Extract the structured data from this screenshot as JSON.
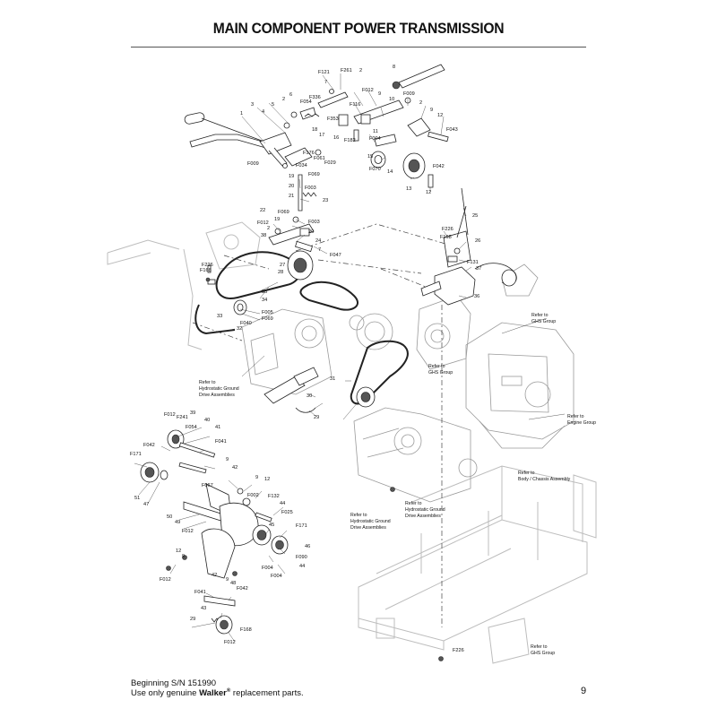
{
  "page": {
    "title": "MAIN COMPONENT POWER TRANSMISSION",
    "footer_serial": "Beginning S/N 151990",
    "footer_prefix": "Use only genuine ",
    "footer_brand": "Walker",
    "footer_reg": "®",
    "footer_suffix": " replacement parts.",
    "page_number": "9"
  },
  "callouts": {
    "upper": [
      "F121",
      "F261",
      "2",
      "7",
      "8",
      "F012",
      "9",
      "F009",
      "10",
      "F336",
      "F054",
      "2",
      "6",
      "5",
      "4",
      "3",
      "1",
      "F116",
      "F353",
      "2",
      "9",
      "12",
      "F043",
      "F182",
      "16",
      "F004",
      "11",
      "18",
      "17",
      "F009",
      "F176",
      "F061",
      "F029",
      "F034",
      "15",
      "F070",
      "14",
      "13",
      "F042",
      "12",
      "19",
      "F069",
      "20",
      "F003",
      "21",
      "23"
    ],
    "middle": [
      "22",
      "F069",
      "F012",
      "19",
      "F003",
      "2",
      "20",
      "24",
      "38",
      "7",
      "F047",
      "25",
      "F226",
      "F168",
      "26",
      "F131",
      "F226",
      "F168",
      "27",
      "28",
      "37",
      "36",
      "35",
      "34",
      "F005",
      "F069",
      "33",
      "F040",
      "32",
      "31",
      "30",
      "29"
    ],
    "lower": [
      "F012",
      "F241",
      "39",
      "40",
      "F054",
      "41",
      "F042",
      "F041",
      "F171",
      "9",
      "42",
      "51",
      "47",
      "9",
      "12",
      "F067",
      "F002",
      "F132",
      "F025",
      "44",
      "45",
      "50",
      "49",
      "F171",
      "F012",
      "46",
      "F090",
      "12",
      "9",
      "F004",
      "44",
      "F004",
      "F012",
      "42",
      "F041",
      "9",
      "48",
      "F042",
      "43",
      "29",
      "F012",
      "F168",
      "F226"
    ]
  },
  "references": {
    "ghs_group_right": "Refer to GHS Group",
    "ghs_group_center": "Refer to GHS Group",
    "engine_group": "Refer to Engine Group",
    "hydro_left": "Refer to Hydrostatic Ground Drive Assemblies",
    "hydro_center": "Refer to Hydrostatic Ground Drive Assemblies",
    "hydro_lower": "Refer to Hydrostatic Ground Drive Assemblies",
    "body_chassis": "Refer to Body / Chassis Assembly",
    "ghs_group_bottom": "Refer to GHS Group"
  },
  "references_lines": {
    "ghs_group_right": [
      "Refer to",
      "GHS Group"
    ],
    "ghs_group_center": [
      "Refer to",
      "GHS Group"
    ],
    "engine_group": [
      "Refer to",
      "Engine Group"
    ],
    "hydro_left": [
      "Refer to",
      "Hydrostatic Ground",
      "Drive Assemblies"
    ],
    "hydro_center": [
      "Refer to",
      "Hydrostatic Ground",
      "Drive Assemblies"
    ],
    "hydro_lower": [
      "Refer to",
      "Hydrostatic Ground",
      "Drive Assemblies"
    ],
    "body_chassis": [
      "Refer to",
      "Body / Chassis Assembly"
    ],
    "ghs_group_bottom": [
      "Refer to",
      "GHS Group"
    ]
  }
}
